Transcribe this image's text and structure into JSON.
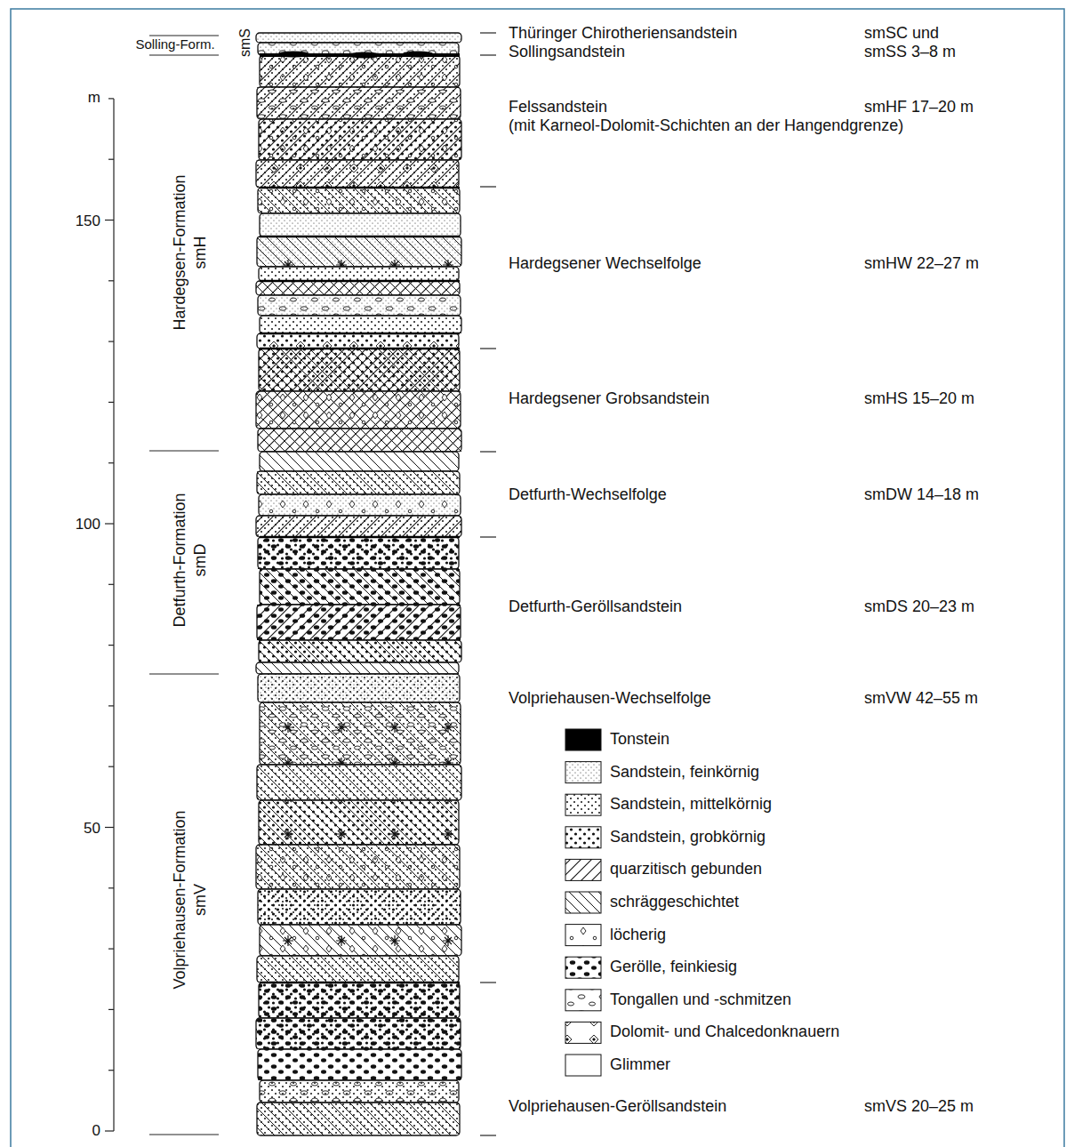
{
  "diagram": {
    "labels": [
      "Solling-Form.",
      "smS",
      "Thüringer Chirotheriensandstein",
      "smSC und",
      "Sollingsandstein",
      "smSS 3–8 m",
      "m",
      "Felssandstein",
      "smHF 17–20 m",
      "(mit Karneol-Dolomit-Schichten an der Hangendgrenze)",
      "Hardegsen-Formation",
      "smH",
      "150",
      "Hardegsener Wechselfolge",
      "smHW 22–27 m",
      "Hardegsener Grobsandstein",
      "smHS 15–20 m",
      "Detfurth-Formation",
      "smD",
      "Detfurth-Wechselfolge",
      "smDW 14–18 m",
      "100",
      "Detfurth-Geröllsandstein",
      "smDS 20–23 m",
      "Volpriehausen-Wechselfolge",
      "smVW 42–55 m",
      "Volpriehausen-Formation",
      "smV",
      "50",
      "Volpriehausen-Geröllsandstein",
      "smVS 20–25 m",
      "0"
    ],
    "legend": [
      {
        "text": "Tonstein",
        "color": "#000000"
      },
      {
        "text": "Sandstein, feinkörnig"
      },
      {
        "text": "Sandstein, mittelkörnig"
      },
      {
        "text": "Sandstein, grobkörnig"
      },
      {
        "text": "quarzitisch gebunden"
      },
      {
        "text": "schräggeschichtet"
      },
      {
        "text": "löcherig"
      },
      {
        "text": "Gerölle, feinkiesig"
      },
      {
        "text": "Tongallen und -schmitzen"
      },
      {
        "text": "Dolomit- und Chalcedonknauern"
      },
      {
        "text": "Glimmer"
      }
    ]
  }
}
